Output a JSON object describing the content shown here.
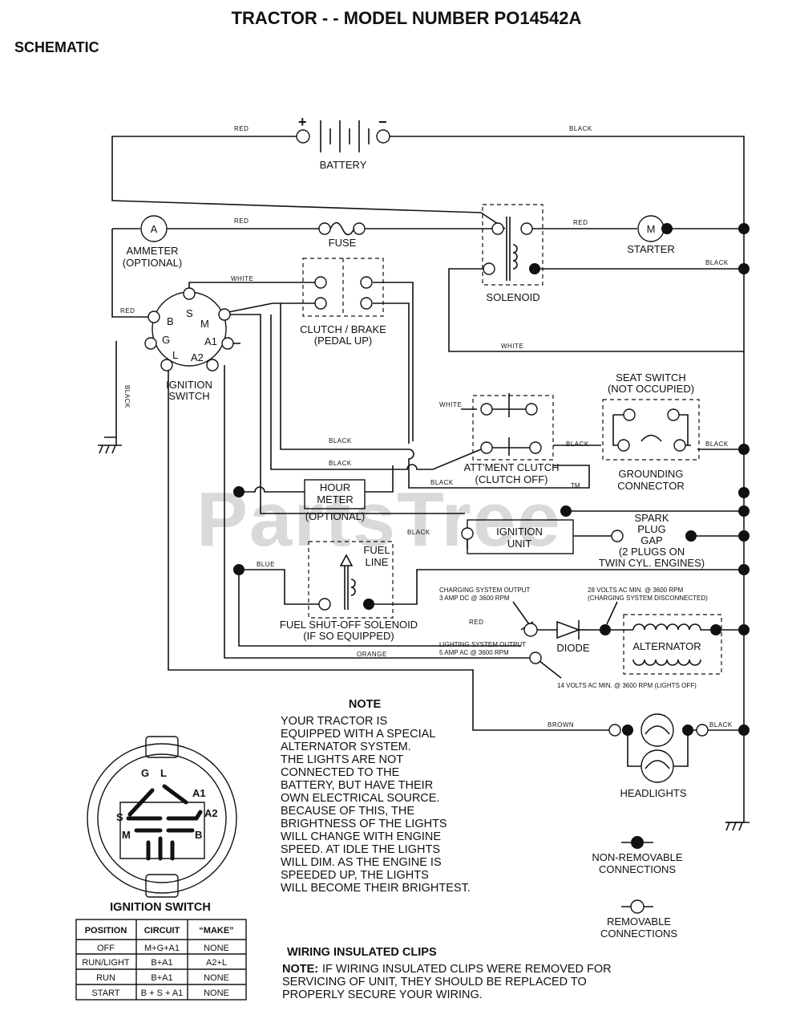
{
  "title": "TRACTOR - - MODEL NUMBER PO14542A",
  "subtitle": "SCHEMATIC",
  "watermark": "PartsTree",
  "trademark": "TM",
  "components": {
    "battery": "BATTERY",
    "battery_pos": "+",
    "battery_neg": "−",
    "ammeter_l1": "AMMETER",
    "ammeter_l2": "(OPTIONAL)",
    "ammeter_symbol": "A",
    "fuse": "FUSE",
    "starter": "STARTER",
    "starter_symbol": "M",
    "solenoid": "SOLENOID",
    "clutch_brake_l1": "CLUTCH / BRAKE",
    "clutch_brake_l2": "(PEDAL UP)",
    "ignition_switch_l1": "IGNITION",
    "ignition_switch_l2": "SWITCH",
    "seat_switch_l1": "SEAT SWITCH",
    "seat_switch_l2": "(NOT OCCUPIED)",
    "grounding_l1": "GROUNDING",
    "grounding_l2": "CONNECTOR",
    "attachment_l1": "ATT'MENT CLUTCH",
    "attachment_l2": "(CLUTCH OFF)",
    "hour_meter_l1": "HOUR",
    "hour_meter_l2": "METER",
    "hour_meter_l3": "(OPTIONAL)",
    "ignition_unit_l1": "IGNITION",
    "ignition_unit_l2": "UNIT",
    "spark_l1": "SPARK",
    "spark_l2": "PLUG",
    "spark_l3": "GAP",
    "spark_l4": "(2 PLUGS ON",
    "spark_l5": "TWIN CYL. ENGINES)",
    "fuel_line_l1": "FUEL",
    "fuel_line_l2": "LINE",
    "fuel_solenoid_l1": "FUEL SHUT-OFF SOLENOID",
    "fuel_solenoid_l2": "(IF SO EQUIPPED)",
    "charging_l1": "CHARGING SYSTEM OUTPUT",
    "charging_l2": "3 AMP DC @ 3600 RPM",
    "volts28_l1": "28 VOLTS AC MIN. @ 3600 RPM",
    "volts28_l2": "(CHARGING SYSTEM DISCONNECTED)",
    "lighting_l1": "LIGHTING SYSTEM OUTPUT",
    "lighting_l2": "5 AMP AC @ 3600 RPM",
    "volts14": "14 VOLTS AC MIN. @ 3600 RPM (LIGHTS OFF)",
    "diode": "DIODE",
    "alternator": "ALTERNATOR",
    "headlights": "HEADLIGHTS"
  },
  "terminals": {
    "S": "S",
    "B": "B",
    "M": "M",
    "G": "G",
    "A1": "A1",
    "L": "L",
    "A2": "A2"
  },
  "wires": {
    "red": "RED",
    "black": "BLACK",
    "white": "WHITE",
    "blue": "BLUE",
    "orange": "ORANGE",
    "brown": "BROWN"
  },
  "note": {
    "heading": "NOTE",
    "lines": [
      "YOUR TRACTOR IS",
      "EQUIPPED WITH A SPECIAL",
      "ALTERNATOR SYSTEM.",
      "THE LIGHTS ARE NOT",
      "CONNECTED TO THE",
      "BATTERY, BUT HAVE THEIR",
      "OWN ELECTRICAL SOURCE.",
      "BECAUSE OF THIS, THE",
      "BRIGHTNESS OF THE LIGHTS",
      "WILL CHANGE WITH ENGINE",
      "SPEED.  AT IDLE THE LIGHTS",
      "WILL DIM.  AS THE ENGINE IS",
      "SPEEDED UP, THE LIGHTS",
      "WILL BECOME THEIR BRIGHTEST."
    ]
  },
  "legend": {
    "non_removable_l1": "NON-REMOVABLE",
    "non_removable_l2": "CONNECTIONS",
    "removable_l1": "REMOVABLE",
    "removable_l2": "CONNECTIONS"
  },
  "clips": {
    "heading": "WIRING INSULATED CLIPS",
    "note_bold": "NOTE:",
    "line1": "IF WIRING INSULATED CLIPS WERE REMOVED FOR",
    "line2": "SERVICING OF UNIT, THEY SHOULD BE REPLACED TO",
    "line3": "PROPERLY SECURE YOUR WIRING."
  },
  "ignition_detail": {
    "caption": "IGNITION SWITCH",
    "pins": {
      "G": "G",
      "L": "L",
      "A1": "A1",
      "S": "S",
      "A2": "A2",
      "M": "M",
      "B": "B"
    }
  },
  "switch_table": {
    "headers": [
      "POSITION",
      "CIRCUIT",
      "“MAKE”"
    ],
    "rows": [
      [
        "OFF",
        "M+G+A1",
        "NONE"
      ],
      [
        "RUN/LIGHT",
        "B+A1",
        "A2+L"
      ],
      [
        "RUN",
        "B+A1",
        "NONE"
      ],
      [
        "START",
        "B + S + A1",
        "NONE"
      ]
    ]
  }
}
